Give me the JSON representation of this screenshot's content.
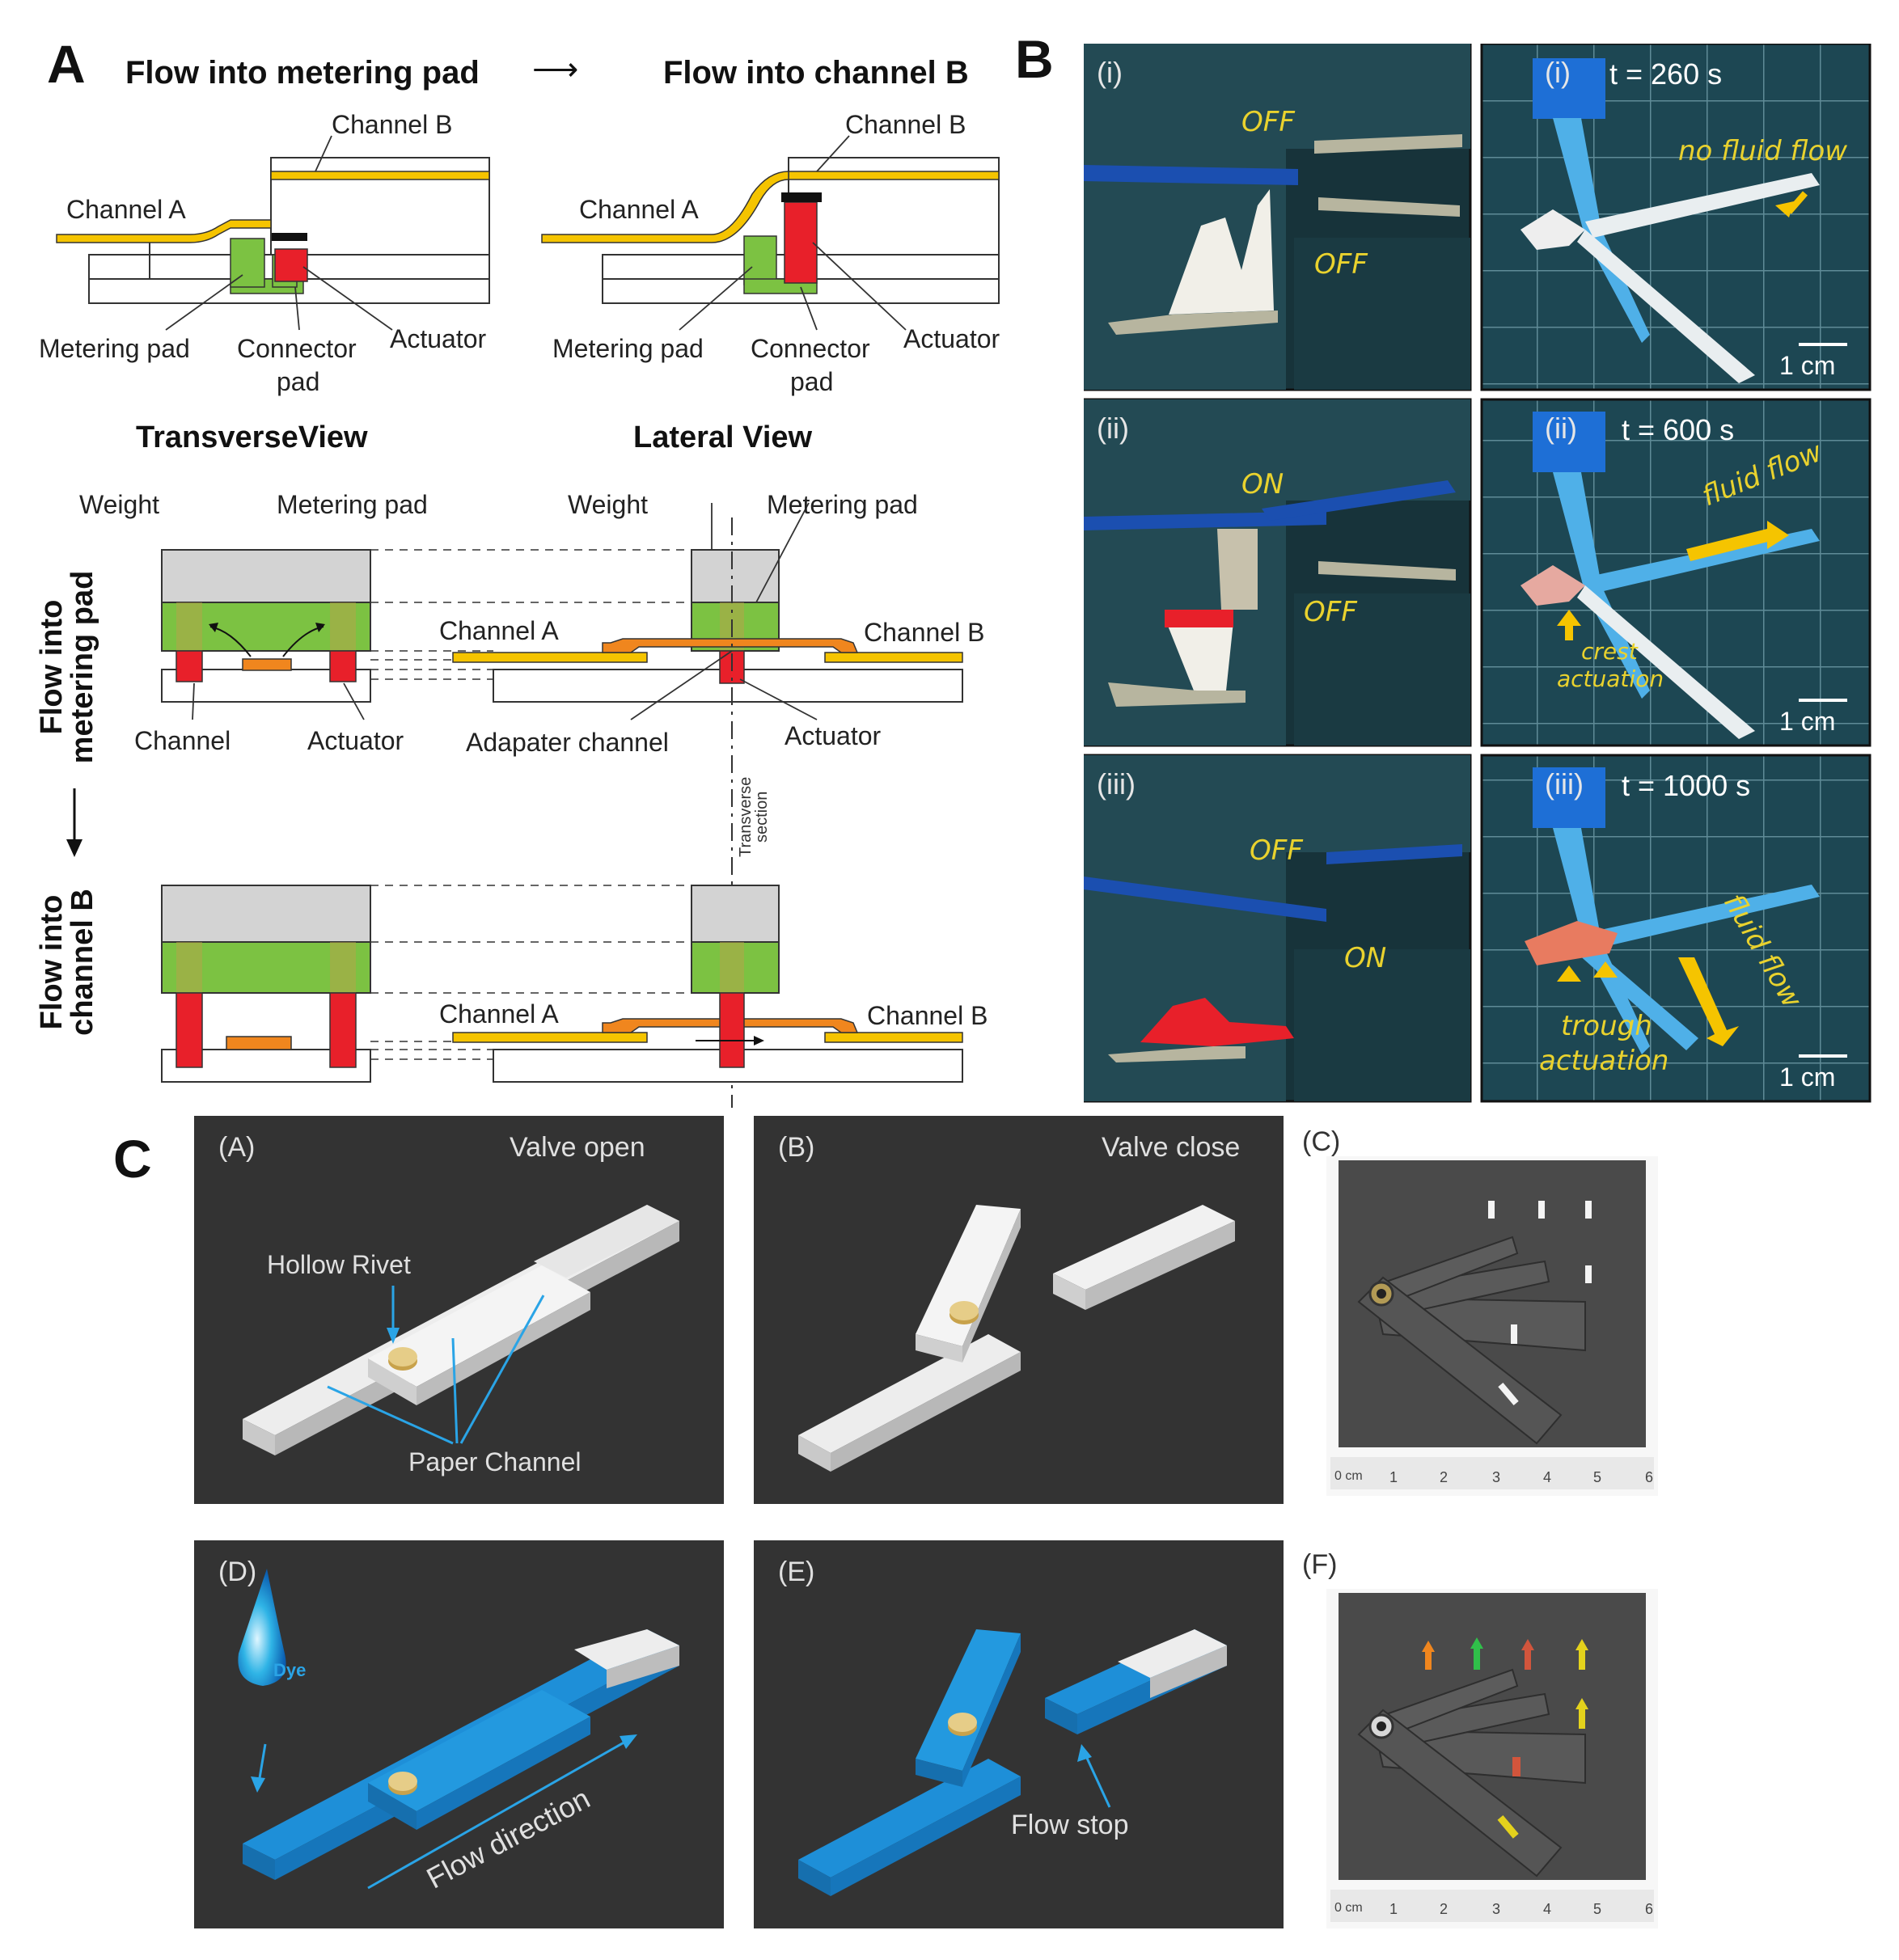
{
  "panel_letters": {
    "a": "A",
    "b": "B",
    "c": "C"
  },
  "panel_a": {
    "top": {
      "left_title": "Flow into metering pad",
      "arrow": "⟶",
      "right_title": "Flow into channel B"
    },
    "labels": {
      "channel_a": "Channel A",
      "channel_b": "Channel B",
      "metering_pad": "Metering pad",
      "connector_pad_1": "Connector",
      "connector_pad_2": "pad",
      "actuator": "Actuator",
      "weight": "Weight",
      "channel": "Channel",
      "adapter_channel": "Adapater channel",
      "transverse_section_1": "Transverse",
      "transverse_section_2": "section"
    },
    "views": {
      "transverse": "TransverseView",
      "lateral": "Lateral View"
    },
    "side_labels": {
      "row1_1": "Flow into",
      "row1_2": "metering pad",
      "row2_1": "Flow into",
      "row2_2": "channel B"
    }
  },
  "panel_b": {
    "rows": [
      {
        "roman": "(i)",
        "time": "t = 260 s",
        "state1": "OFF",
        "state2": "OFF",
        "anno": "no fluid flow",
        "scale": "1 cm"
      },
      {
        "roman": "(ii)",
        "time": "t = 600 s",
        "state1": "ON",
        "state2": "OFF",
        "anno": "fluid flow",
        "anno2_1": "crest",
        "anno2_2": "actuation",
        "scale": "1 cm"
      },
      {
        "roman": "(iii)",
        "time": "t = 1000 s",
        "state1": "OFF",
        "state2": "ON",
        "anno": "fluid flow",
        "anno2_1": "trough",
        "anno2_2": "actuation",
        "scale": "1 cm"
      }
    ]
  },
  "panel_c": {
    "a": {
      "letter": "(A)",
      "title": "Valve  open",
      "rivet": "Hollow Rivet",
      "paper": "Paper Channel"
    },
    "b": {
      "letter": "(B)",
      "title": "Valve close"
    },
    "c": {
      "letter": "(C)"
    },
    "d": {
      "letter": "(D)",
      "dye": "Dye",
      "flow": "Flow direction"
    },
    "e": {
      "letter": "(E)",
      "stop": "Flow stop"
    },
    "f": {
      "letter": "(F)"
    },
    "ruler": {
      "unit": "0 cm",
      "ticks": [
        "1",
        "2",
        "3",
        "4",
        "5",
        "6"
      ]
    }
  },
  "colors": {
    "yellow": "#f5c400",
    "green": "#7cc242",
    "red": "#e8202a",
    "orange": "#f0861e",
    "grey": "#d3d3d3",
    "blue": "#1e8fd8",
    "dark": "#333333",
    "teal": "#1c4a56"
  }
}
